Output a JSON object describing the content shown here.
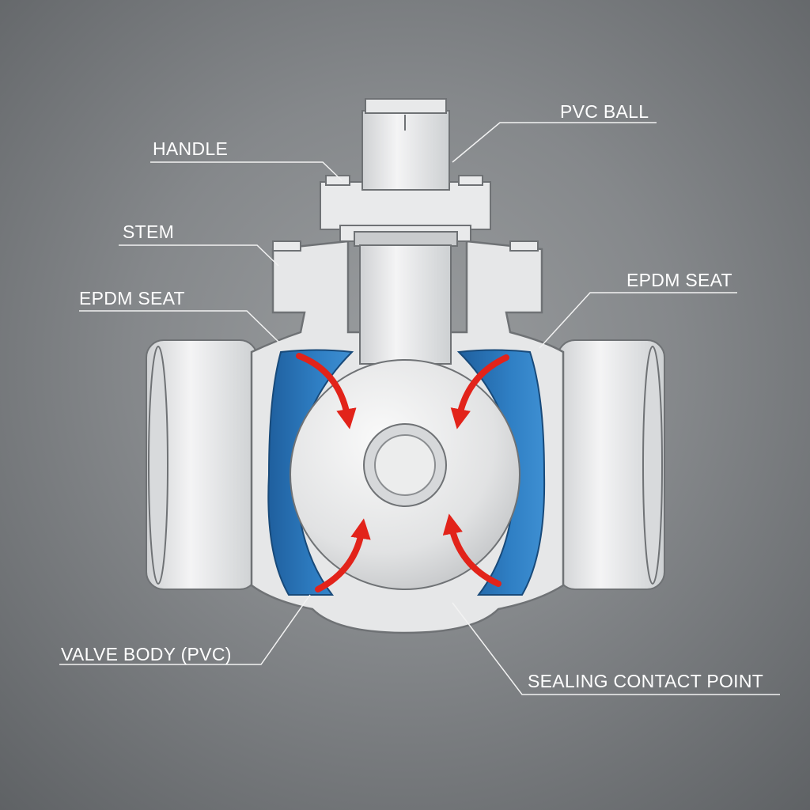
{
  "labels": {
    "handle": "HANDLE",
    "pvc_ball": "PVC BALL",
    "stem": "STEM",
    "epdm_seat_left": "EPDM SEAT",
    "epdm_seat_right": "EPDM SEAT",
    "valve_body": "VALVE BODY (PVC)",
    "sealing_contact_point": "SEALING CONTACT POINT"
  },
  "colors": {
    "seat_blue": "#2a6fb0",
    "arrow_red": "#e2231a",
    "body_light": "#e6e7e8"
  }
}
